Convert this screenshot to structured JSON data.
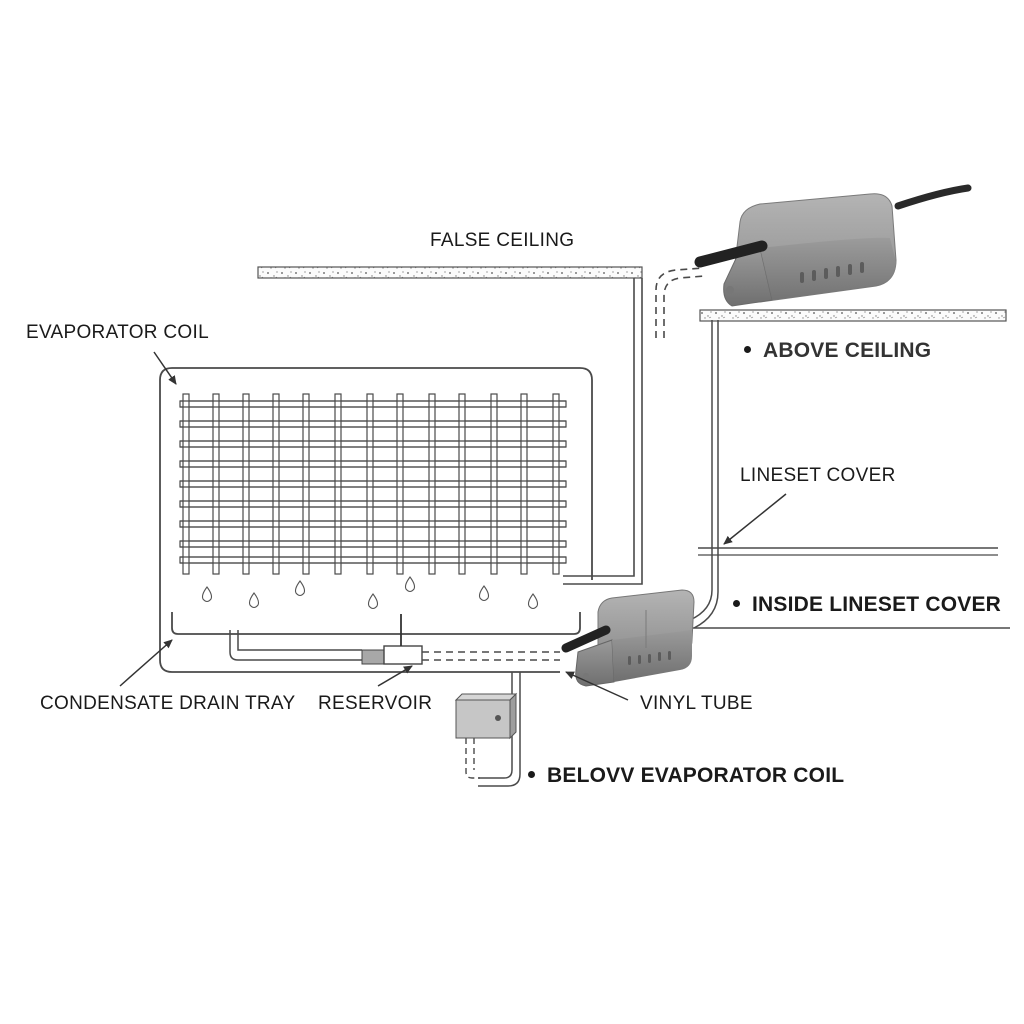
{
  "labels": {
    "false_ceiling": "FALSE CEILING",
    "evaporator_coil": "EVAPORATOR COIL",
    "lineset_cover": "LINESET COVER",
    "condensate_drain_tray": "CONDENSATE DRAIN TRAY",
    "reservoir": "RESERVOIR",
    "vinyl_tube": "VINYL TUBE"
  },
  "options": {
    "above_ceiling": "ABOVE CEILING",
    "inside_lineset_cover": "INSIDE LINESET COVER",
    "below_evaporator_coil": "BELOVV EVAPORATOR COIL"
  },
  "colors": {
    "line": "#4a4a4a",
    "pump_body": "#8f8f8f",
    "pump_dark": "#6e6e6e",
    "cable": "#2a2a2a"
  },
  "icons": [
    "condensate-pump-icon",
    "water-drop-icon",
    "reservoir-box-icon",
    "arrow-icon"
  ]
}
